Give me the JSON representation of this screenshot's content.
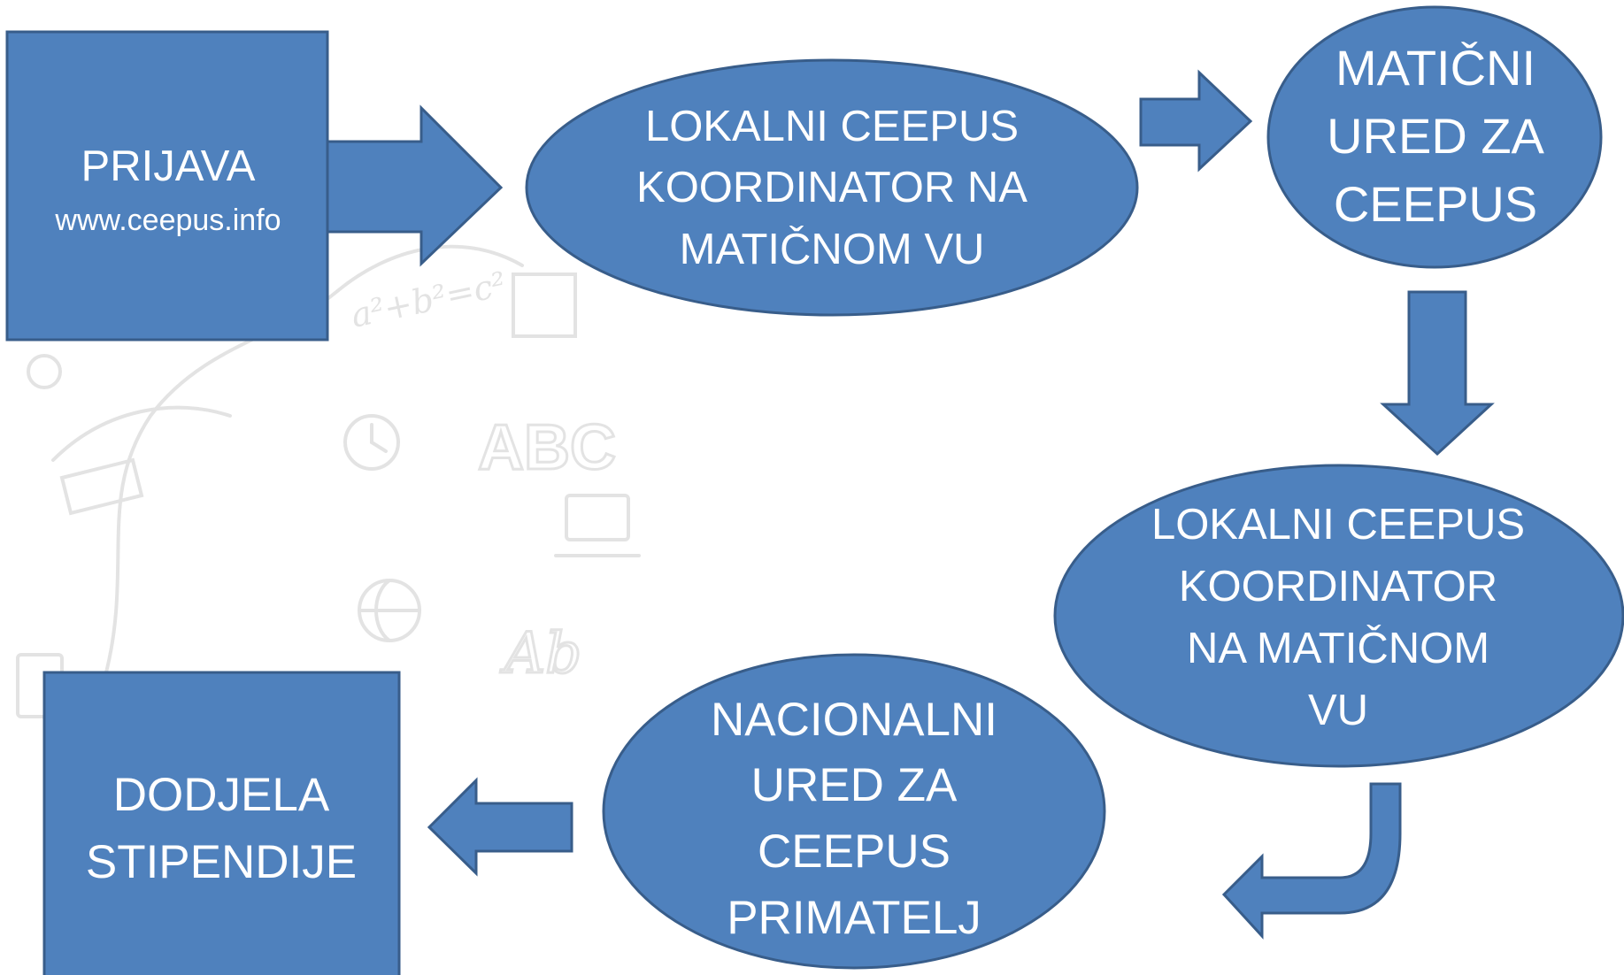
{
  "colors": {
    "shape_fill": "#4f81bd",
    "shape_stroke": "#385d8a",
    "text": "#ffffff",
    "background": "#ffffff",
    "watermark": "#d9d9d9"
  },
  "nodes": {
    "prijava": {
      "title": "PRIJAVA",
      "subtitle": "www.ceepus.info"
    },
    "lokalni_1": {
      "lines": [
        "LOKALNI CEEPUS",
        "KOORDINATOR NA",
        "MATIČNOM VU"
      ]
    },
    "maticni_ured": {
      "lines": [
        "MATIČNI",
        "URED ZA",
        "CEEPUS"
      ]
    },
    "lokalni_2": {
      "lines": [
        "LOKALNI CEEPUS",
        "KOORDINATOR",
        "NA MATIČNOM",
        "VU"
      ]
    },
    "nacionalni_ured": {
      "lines": [
        "NACIONALNI",
        "URED ZA",
        "CEEPUS",
        "PRIMATELJ"
      ]
    },
    "dodjela": {
      "lines": [
        "DODJELA",
        "STIPENDIJE"
      ]
    }
  },
  "watermark": {
    "formula": "a²+b²=c²",
    "letters": "ABC",
    "script": "Ab"
  }
}
